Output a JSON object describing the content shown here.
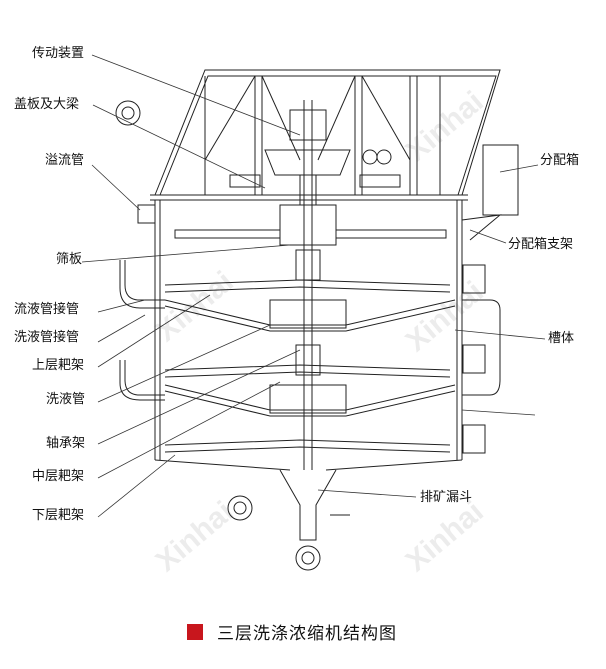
{
  "labels_left": [
    "传动装置",
    "盖板及大梁",
    "溢流管",
    "筛板",
    "流液管接管",
    "洗液管接管",
    "上层耙架",
    "洗液管",
    "轴承架",
    "中层耙架",
    "下层耙架"
  ],
  "labels_right": [
    "分配箱",
    "分配箱支架",
    "槽体",
    "排矿漏斗"
  ],
  "caption": "三层洗涤浓缩机结构图",
  "watermark": "Xinhai",
  "colors": {
    "caption_marker": "#c8161d",
    "line": "#222222"
  }
}
